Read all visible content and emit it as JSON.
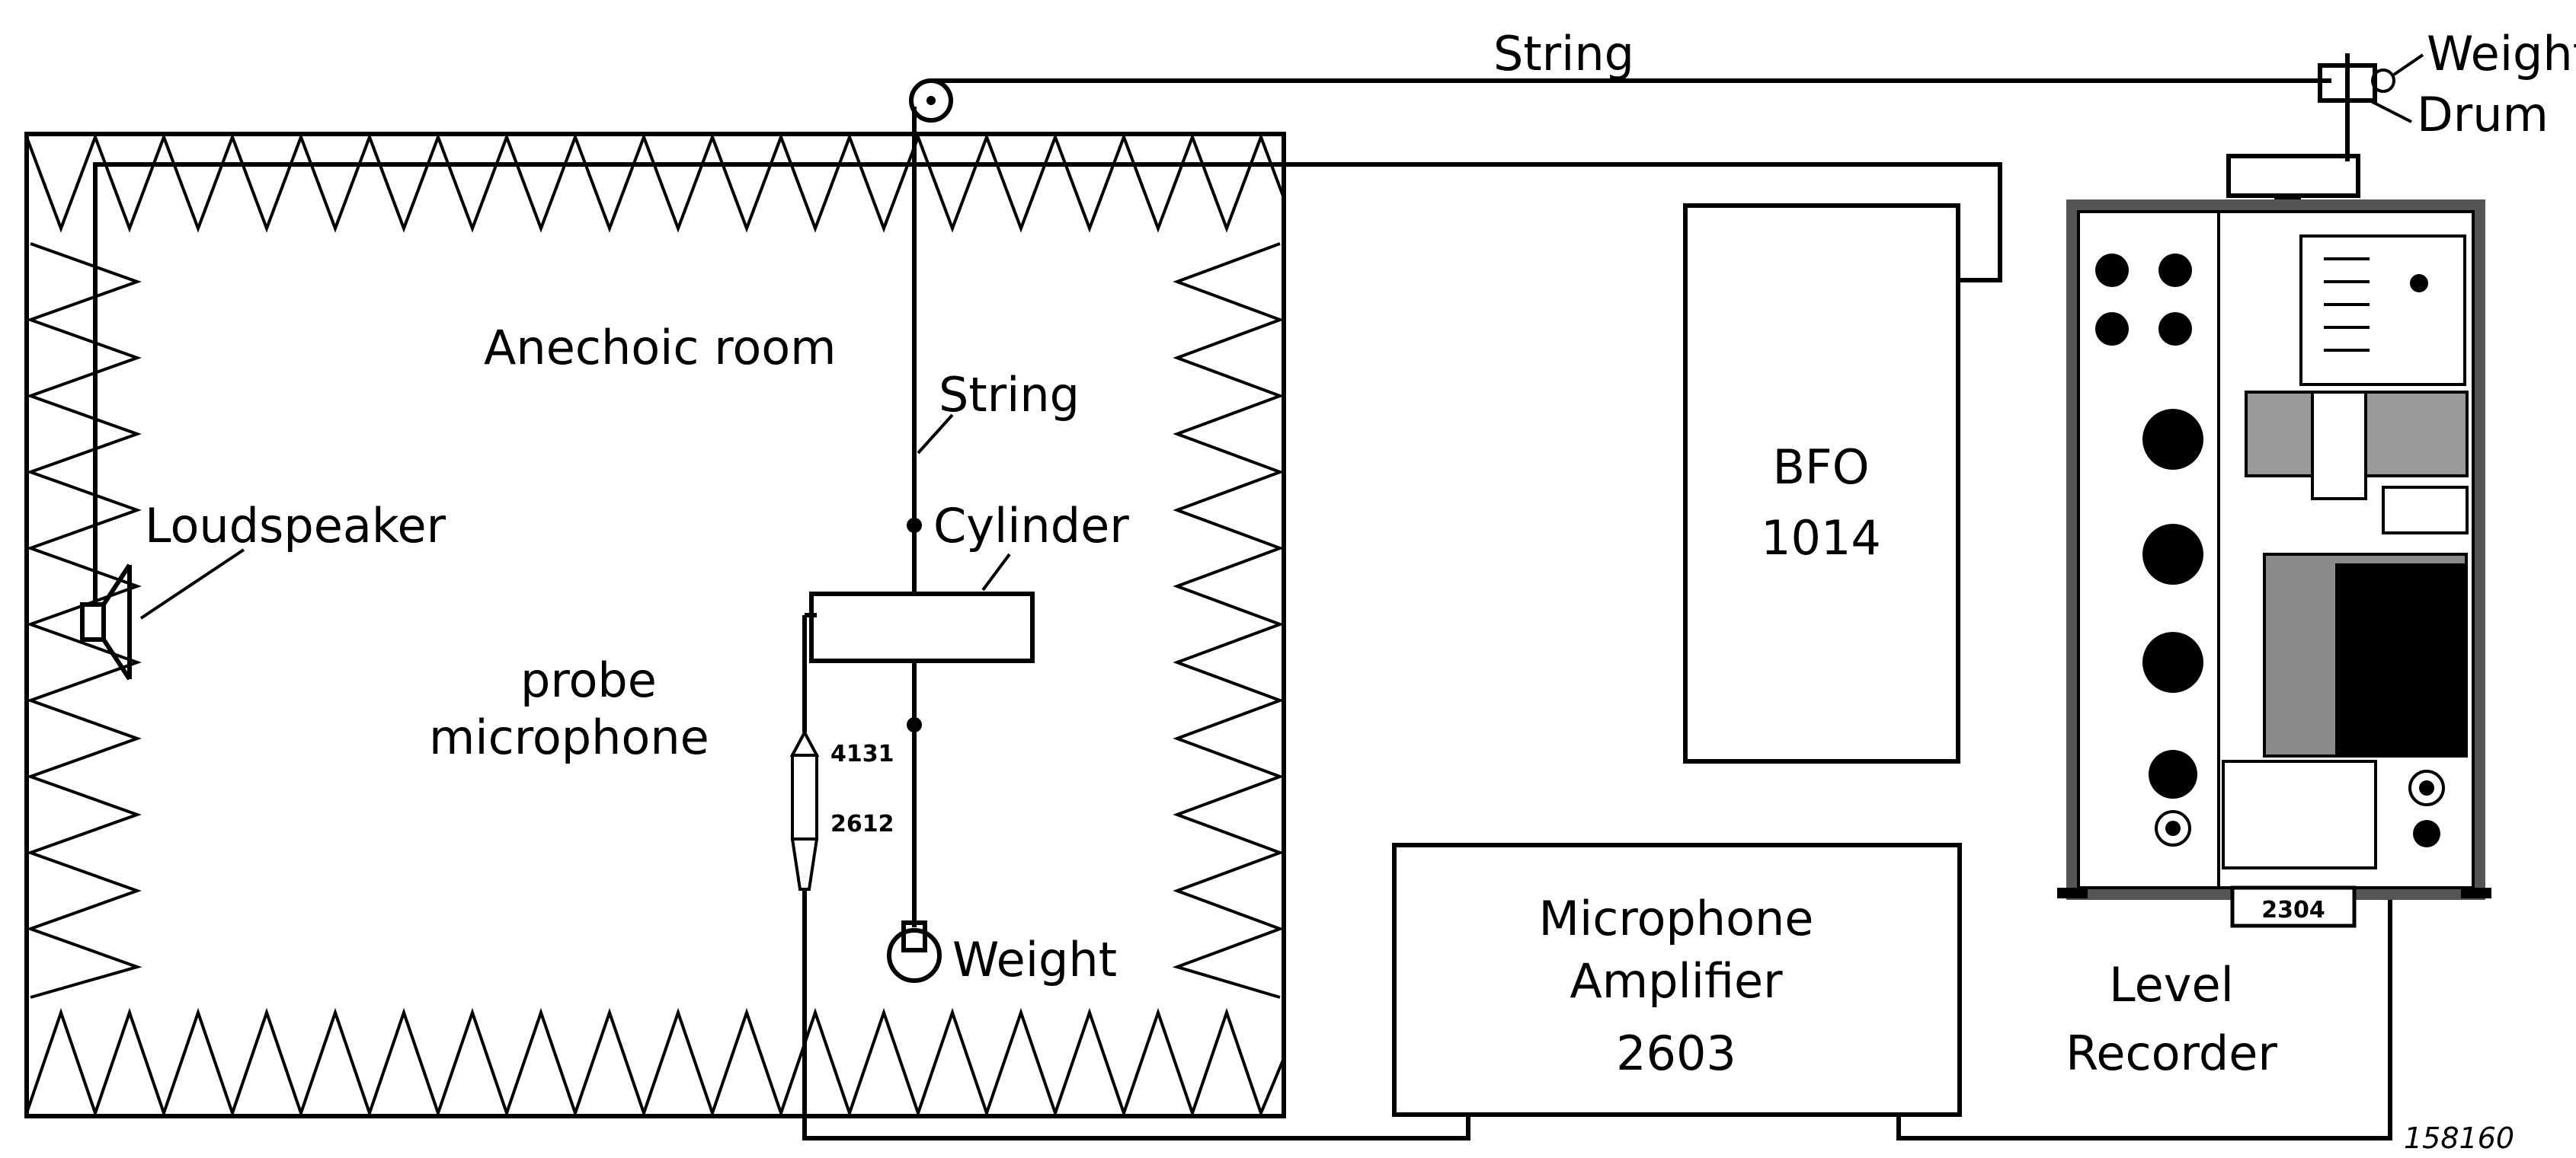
{
  "labels": {
    "string_top": "String",
    "weight_top": "Weight",
    "drum": "Drum",
    "anechoic_room": "Anechoic room",
    "string_inner": "String",
    "loudspeaker": "Loudspeaker",
    "cylinder": "Cylinder",
    "probe_line1": "probe",
    "probe_line2": "microphone",
    "mic_4131": "4131",
    "mic_2612": "2612",
    "weight_bottom": "Weight",
    "bfo_line1": "BFO",
    "bfo_line2": "1014",
    "amp_line1": "Microphone",
    "amp_line2": "Amplifier",
    "amp_line3": "2603",
    "rec_line1": "Level",
    "rec_line2": "Recorder",
    "rec_model": "2304",
    "figure_id": "158160"
  }
}
